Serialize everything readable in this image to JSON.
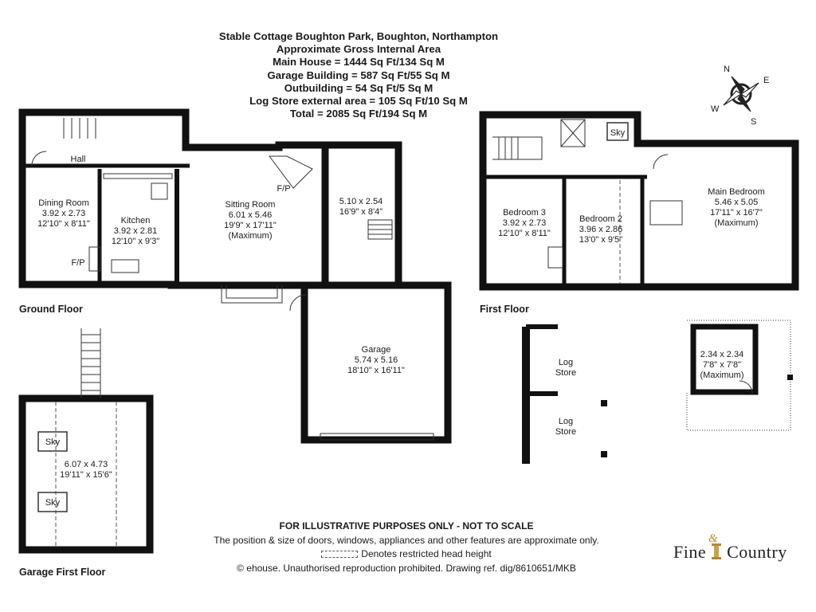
{
  "header": {
    "title": "Stable Cottage Boughton Park, Boughton, Northampton",
    "subtitle": "Approximate Gross Internal Area",
    "main_house": "Main House = 1444 Sq Ft/134 Sq M",
    "garage_building": "Garage Building = 587 Sq Ft/55 Sq M",
    "outbuilding": "Outbuilding = 54 Sq Ft/5 Sq M",
    "log_store_area": "Log Store external area = 105 Sq Ft/10 Sq M",
    "total": "Total = 2085 Sq Ft/194 Sq M"
  },
  "compass": {
    "n": "N",
    "e": "E",
    "s": "S",
    "w": "W"
  },
  "floors": {
    "ground": "Ground Floor",
    "first": "First Floor",
    "garage_first": "Garage First Floor"
  },
  "rooms": {
    "hall": "Hall",
    "dining_name": "Dining Room",
    "dining_m": "3.92 x 2.73",
    "dining_ft": "12'10\" x 8'11\"",
    "kitchen_name": "Kitchen",
    "kitchen_m": "3.92 x 2.81",
    "kitchen_ft": "12'10\" x 9'3\"",
    "fp": "F/P",
    "sitting_name": "Sitting Room",
    "sitting_m": "6.01 x 5.46",
    "sitting_ft": "19'9\" x 17'11\"",
    "max": "(Maximum)",
    "store_m": "5.10 x 2.54",
    "store_ft": "16'9\" x 8'4\"",
    "garage_name": "Garage",
    "garage_m": "5.74 x 5.16",
    "garage_ft": "18'10\" x 16'11\"",
    "garage1_m": "6.07 x 4.73",
    "garage1_ft": "19'11\" x 15'6\"",
    "sky": "Sky",
    "bed3_name": "Bedroom 3",
    "bed3_m": "3.92 x 2.73",
    "bed3_ft": "12'10\" x 8'11\"",
    "bed2_name": "Bedroom 2",
    "bed2_m": "3.96 x 2.86",
    "bed2_ft": "13'0\" x 9'5\"",
    "main_name": "Main Bedroom",
    "main_m": "5.46 x 5.05",
    "main_ft": "17'11\" x 16'7\"",
    "log_a": "Log",
    "log_b": "Store",
    "out_m": "2.34 x 2.34",
    "out_ft": "7'8\" x 7'8\""
  },
  "disclaimer": {
    "line1": "FOR ILLUSTRATIVE PURPOSES ONLY - NOT TO SCALE",
    "line2": "The position & size of doors, windows, appliances and other features are approximate only.",
    "line3": "Denotes restricted head height",
    "line4": "© ehouse. Unauthorised reproduction prohibited. Drawing ref. dig/8610651/MKB"
  },
  "logo": {
    "left": "Fine",
    "amp": "&",
    "right": "Country"
  },
  "colors": {
    "wall": "#111111",
    "gold": "#b48a2c"
  }
}
